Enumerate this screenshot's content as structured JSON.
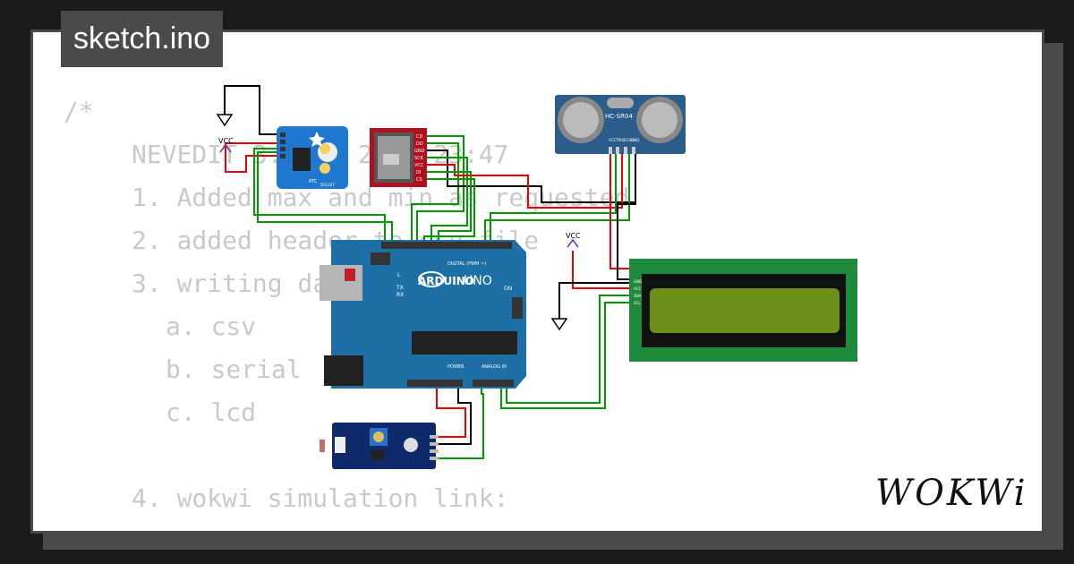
{
  "tab": {
    "title": "sketch.ino"
  },
  "code": {
    "lines": [
      "/*",
      "NEVEDIT 3. Dec 2023 23:47",
      "1. Added max and min as requested",
      "2. added header to csv file",
      "3. writing data to:",
      "a. csv",
      "b. serial",
      "c. lcd",
      "4. wokwi simulation link:"
    ]
  },
  "circuit": {
    "vcc_labels": [
      "VCC",
      "VCC"
    ],
    "arduino": {
      "brand": "ARDUINO",
      "model": "UNO",
      "digital_header": "DIGITAL (PWM ~)",
      "power_header": "POWER",
      "analog_header": "ANALOG IN",
      "on_label": "ON",
      "tx_label": "TX",
      "rx_label": "RX",
      "l_label": "L"
    },
    "rtc": {
      "label": "RTC",
      "chip": "DS1307"
    },
    "sd_card": {
      "pins": [
        "CD",
        "DO",
        "GND",
        "SCK",
        "VCC",
        "DI",
        "CS"
      ]
    },
    "ultrasonic": {
      "label": "HC-SR04",
      "pins": [
        "VCC",
        "TRIG",
        "ECHO",
        "GND"
      ]
    },
    "lcd": {
      "pins": [
        "GND",
        "VCC",
        "SDA",
        "SCL"
      ]
    }
  },
  "logo": {
    "text": "WOKWi"
  }
}
